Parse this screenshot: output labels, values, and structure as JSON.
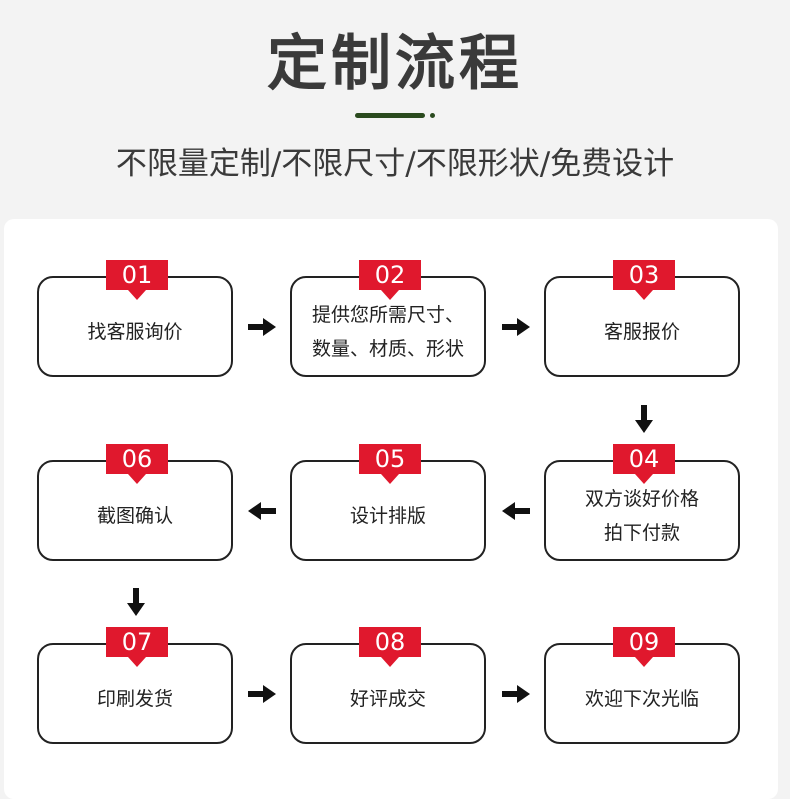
{
  "header": {
    "title": "定制流程",
    "subtitle": "不限量定制/不限尺寸/不限形状/免费设计"
  },
  "colors": {
    "accent": "#e0182d",
    "underline": "#2a4a1e",
    "text": "#3a3a3a"
  },
  "steps": [
    {
      "num": "01",
      "label": "找客服询价"
    },
    {
      "num": "02",
      "label": "提供您所需尺寸、\n数量、材质、形状"
    },
    {
      "num": "03",
      "label": "客服报价"
    },
    {
      "num": "04",
      "label": "双方谈好价格\n拍下付款"
    },
    {
      "num": "05",
      "label": "设计排版"
    },
    {
      "num": "06",
      "label": "截图确认"
    },
    {
      "num": "07",
      "label": "印刷发货"
    },
    {
      "num": "08",
      "label": "好评成交"
    },
    {
      "num": "09",
      "label": "欢迎下次光临"
    }
  ]
}
